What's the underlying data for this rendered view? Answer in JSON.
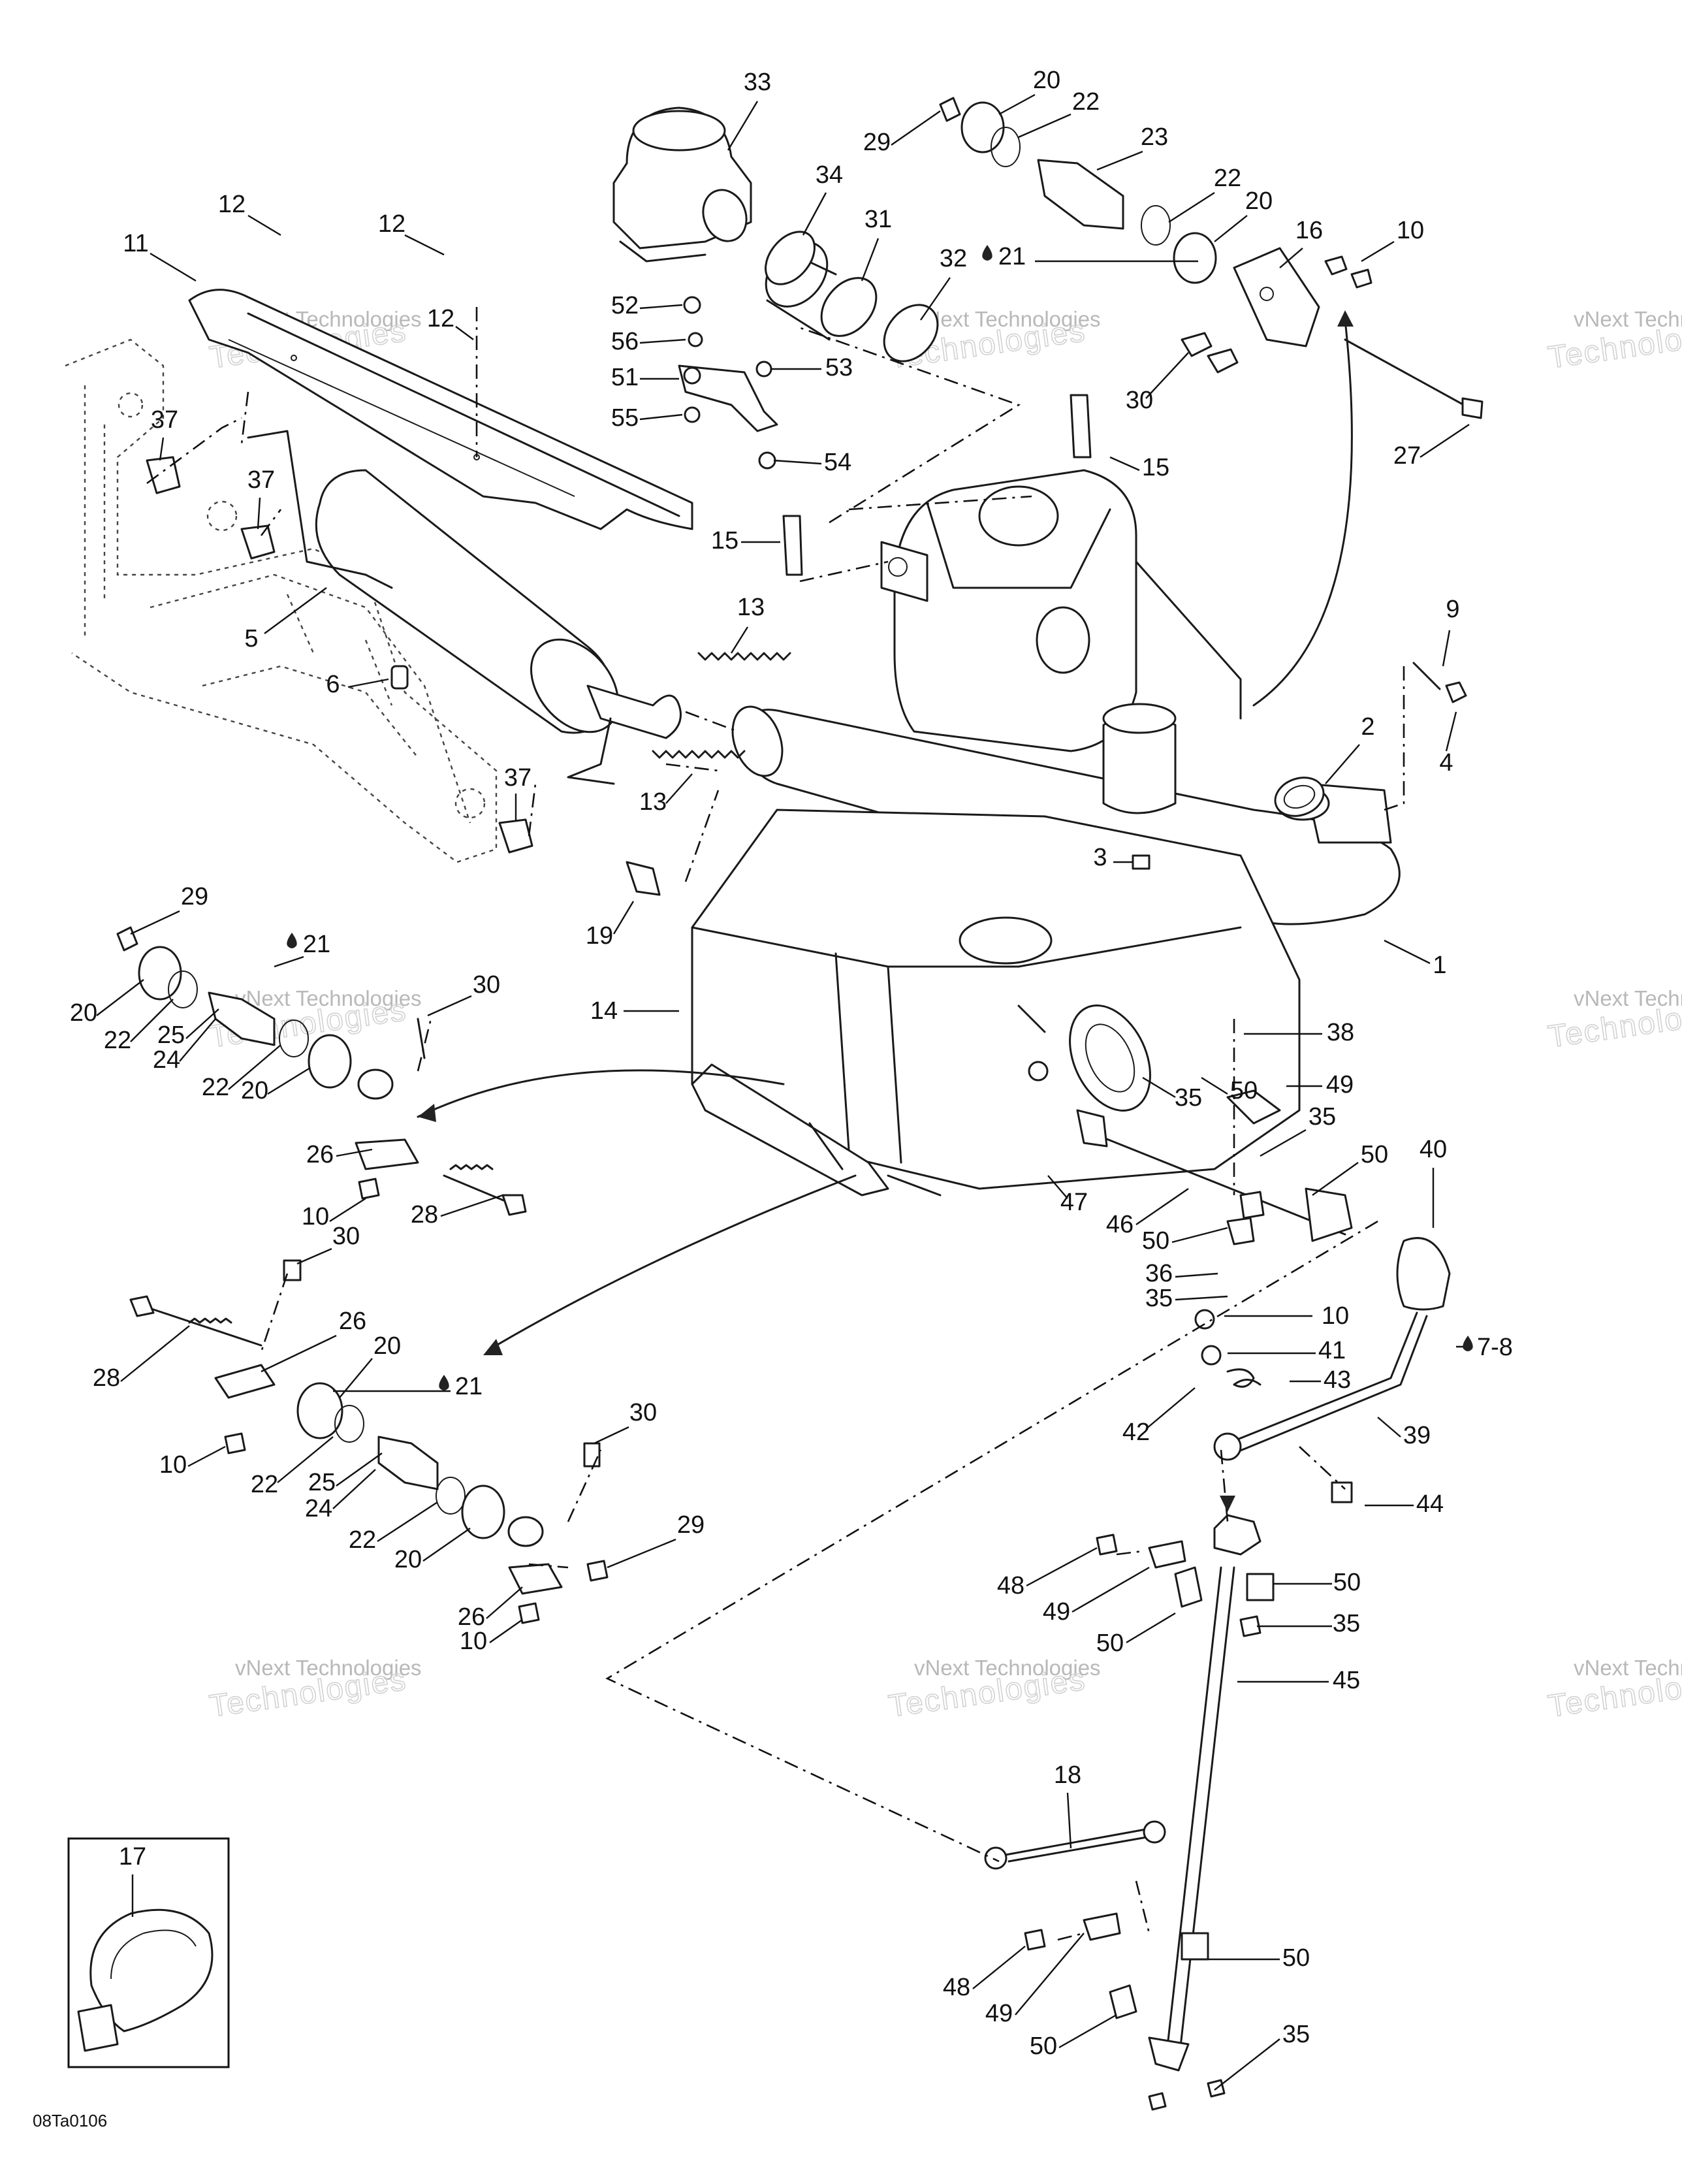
{
  "diagram": {
    "figure_code": "08Ta0106",
    "watermark": {
      "line1": "vNext Technologies",
      "line2": "Technologies"
    },
    "labels": [
      {
        "key": "1",
        "text": "1"
      },
      {
        "key": "2",
        "text": "2"
      },
      {
        "key": "3",
        "text": "3"
      },
      {
        "key": "4",
        "text": "4"
      },
      {
        "key": "5",
        "text": "5"
      },
      {
        "key": "6",
        "text": "6"
      },
      {
        "key": "7-8",
        "text": "7-8"
      },
      {
        "key": "9",
        "text": "9"
      },
      {
        "key": "10a",
        "text": "10"
      },
      {
        "key": "10b",
        "text": "10"
      },
      {
        "key": "10c",
        "text": "10"
      },
      {
        "key": "10d",
        "text": "10"
      },
      {
        "key": "10e",
        "text": "10"
      },
      {
        "key": "11",
        "text": "11"
      },
      {
        "key": "12a",
        "text": "12"
      },
      {
        "key": "12b",
        "text": "12"
      },
      {
        "key": "12c",
        "text": "12"
      },
      {
        "key": "13a",
        "text": "13"
      },
      {
        "key": "13b",
        "text": "13"
      },
      {
        "key": "14",
        "text": "14"
      },
      {
        "key": "15a",
        "text": "15"
      },
      {
        "key": "15b",
        "text": "15"
      },
      {
        "key": "16",
        "text": "16"
      },
      {
        "key": "17",
        "text": "17"
      },
      {
        "key": "18",
        "text": "18"
      },
      {
        "key": "19",
        "text": "19"
      },
      {
        "key": "20a",
        "text": "20"
      },
      {
        "key": "20b",
        "text": "20"
      },
      {
        "key": "20c",
        "text": "20"
      },
      {
        "key": "20d",
        "text": "20"
      },
      {
        "key": "20e",
        "text": "20"
      },
      {
        "key": "20f",
        "text": "20"
      },
      {
        "key": "21a",
        "text": "21"
      },
      {
        "key": "21b",
        "text": "21"
      },
      {
        "key": "21c",
        "text": "21"
      },
      {
        "key": "22a",
        "text": "22"
      },
      {
        "key": "22b",
        "text": "22"
      },
      {
        "key": "22c",
        "text": "22"
      },
      {
        "key": "22d",
        "text": "22"
      },
      {
        "key": "22e",
        "text": "22"
      },
      {
        "key": "22f",
        "text": "22"
      },
      {
        "key": "23",
        "text": "23"
      },
      {
        "key": "24a",
        "text": "24"
      },
      {
        "key": "24b",
        "text": "24"
      },
      {
        "key": "25a",
        "text": "25"
      },
      {
        "key": "25b",
        "text": "25"
      },
      {
        "key": "26a",
        "text": "26"
      },
      {
        "key": "26b",
        "text": "26"
      },
      {
        "key": "26c",
        "text": "26"
      },
      {
        "key": "27",
        "text": "27"
      },
      {
        "key": "28a",
        "text": "28"
      },
      {
        "key": "28b",
        "text": "28"
      },
      {
        "key": "29a",
        "text": "29"
      },
      {
        "key": "29b",
        "text": "29"
      },
      {
        "key": "29c",
        "text": "29"
      },
      {
        "key": "30a",
        "text": "30"
      },
      {
        "key": "30b",
        "text": "30"
      },
      {
        "key": "30c",
        "text": "30"
      },
      {
        "key": "30d",
        "text": "30"
      },
      {
        "key": "31",
        "text": "31"
      },
      {
        "key": "32",
        "text": "32"
      },
      {
        "key": "33",
        "text": "33"
      },
      {
        "key": "34",
        "text": "34"
      },
      {
        "key": "35a",
        "text": "35"
      },
      {
        "key": "35b",
        "text": "35"
      },
      {
        "key": "35c",
        "text": "35"
      },
      {
        "key": "35d",
        "text": "35"
      },
      {
        "key": "35e",
        "text": "35"
      },
      {
        "key": "36",
        "text": "36"
      },
      {
        "key": "37a",
        "text": "37"
      },
      {
        "key": "37b",
        "text": "37"
      },
      {
        "key": "37c",
        "text": "37"
      },
      {
        "key": "38",
        "text": "38"
      },
      {
        "key": "39",
        "text": "39"
      },
      {
        "key": "40",
        "text": "40"
      },
      {
        "key": "41",
        "text": "41"
      },
      {
        "key": "42",
        "text": "42"
      },
      {
        "key": "43",
        "text": "43"
      },
      {
        "key": "44",
        "text": "44"
      },
      {
        "key": "45",
        "text": "45"
      },
      {
        "key": "46",
        "text": "46"
      },
      {
        "key": "47",
        "text": "47"
      },
      {
        "key": "48a",
        "text": "48"
      },
      {
        "key": "48b",
        "text": "48"
      },
      {
        "key": "49a",
        "text": "49"
      },
      {
        "key": "49b",
        "text": "49"
      },
      {
        "key": "49c",
        "text": "49"
      },
      {
        "key": "50a",
        "text": "50"
      },
      {
        "key": "50b",
        "text": "50"
      },
      {
        "key": "50c",
        "text": "50"
      },
      {
        "key": "50d",
        "text": "50"
      },
      {
        "key": "50e",
        "text": "50"
      },
      {
        "key": "50f",
        "text": "50"
      },
      {
        "key": "50g",
        "text": "50"
      },
      {
        "key": "51",
        "text": "51"
      },
      {
        "key": "52",
        "text": "52"
      },
      {
        "key": "53",
        "text": "53"
      },
      {
        "key": "54",
        "text": "54"
      },
      {
        "key": "55",
        "text": "55"
      },
      {
        "key": "56",
        "text": "56"
      }
    ]
  }
}
